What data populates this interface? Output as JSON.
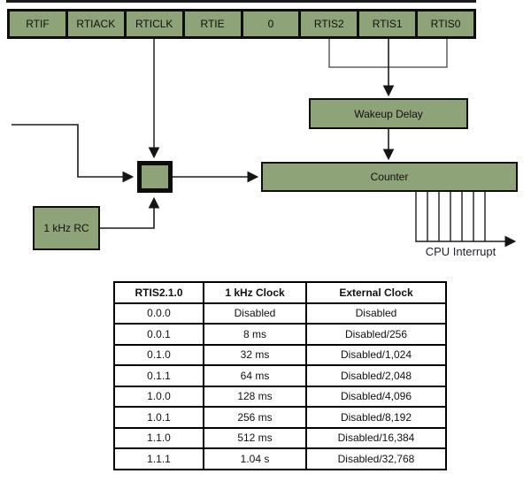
{
  "figure": {
    "register_bits": [
      "RTIF",
      "RTIACK",
      "RTICLK",
      "RTIE",
      "0",
      "RTIS2",
      "RTIS1",
      "RTIS0"
    ],
    "blocks": {
      "wakeup_delay": "Wakeup Delay",
      "counter": "Counter",
      "rc_oscillator": "1 kHz RC"
    },
    "cpu_interrupt_label": "CPU Interrupt",
    "colors": {
      "block_fill": "#8EA478",
      "block_border": "#0d0d0d",
      "line_black": "#222222",
      "line_gray": "#5f5f5f"
    }
  },
  "table": {
    "headers": [
      "RTIS2.1.0",
      "1 kHz Clock",
      "External Clock"
    ],
    "rows": [
      [
        "0.0.0",
        "Disabled",
        "Disabled"
      ],
      [
        "0.0.1",
        "8 ms",
        "Disabled/256"
      ],
      [
        "0.1.0",
        "32 ms",
        "Disabled/1,024"
      ],
      [
        "0.1.1",
        "64 ms",
        "Disabled/2,048"
      ],
      [
        "1.0.0",
        "128 ms",
        "Disabled/4,096"
      ],
      [
        "1.0.1",
        "256 ms",
        "Disabled/8,192"
      ],
      [
        "1.1.0",
        "512 ms",
        "Disabled/16,384"
      ],
      [
        "1.1.1",
        "1.04 s",
        "Disabled/32,768"
      ]
    ]
  }
}
